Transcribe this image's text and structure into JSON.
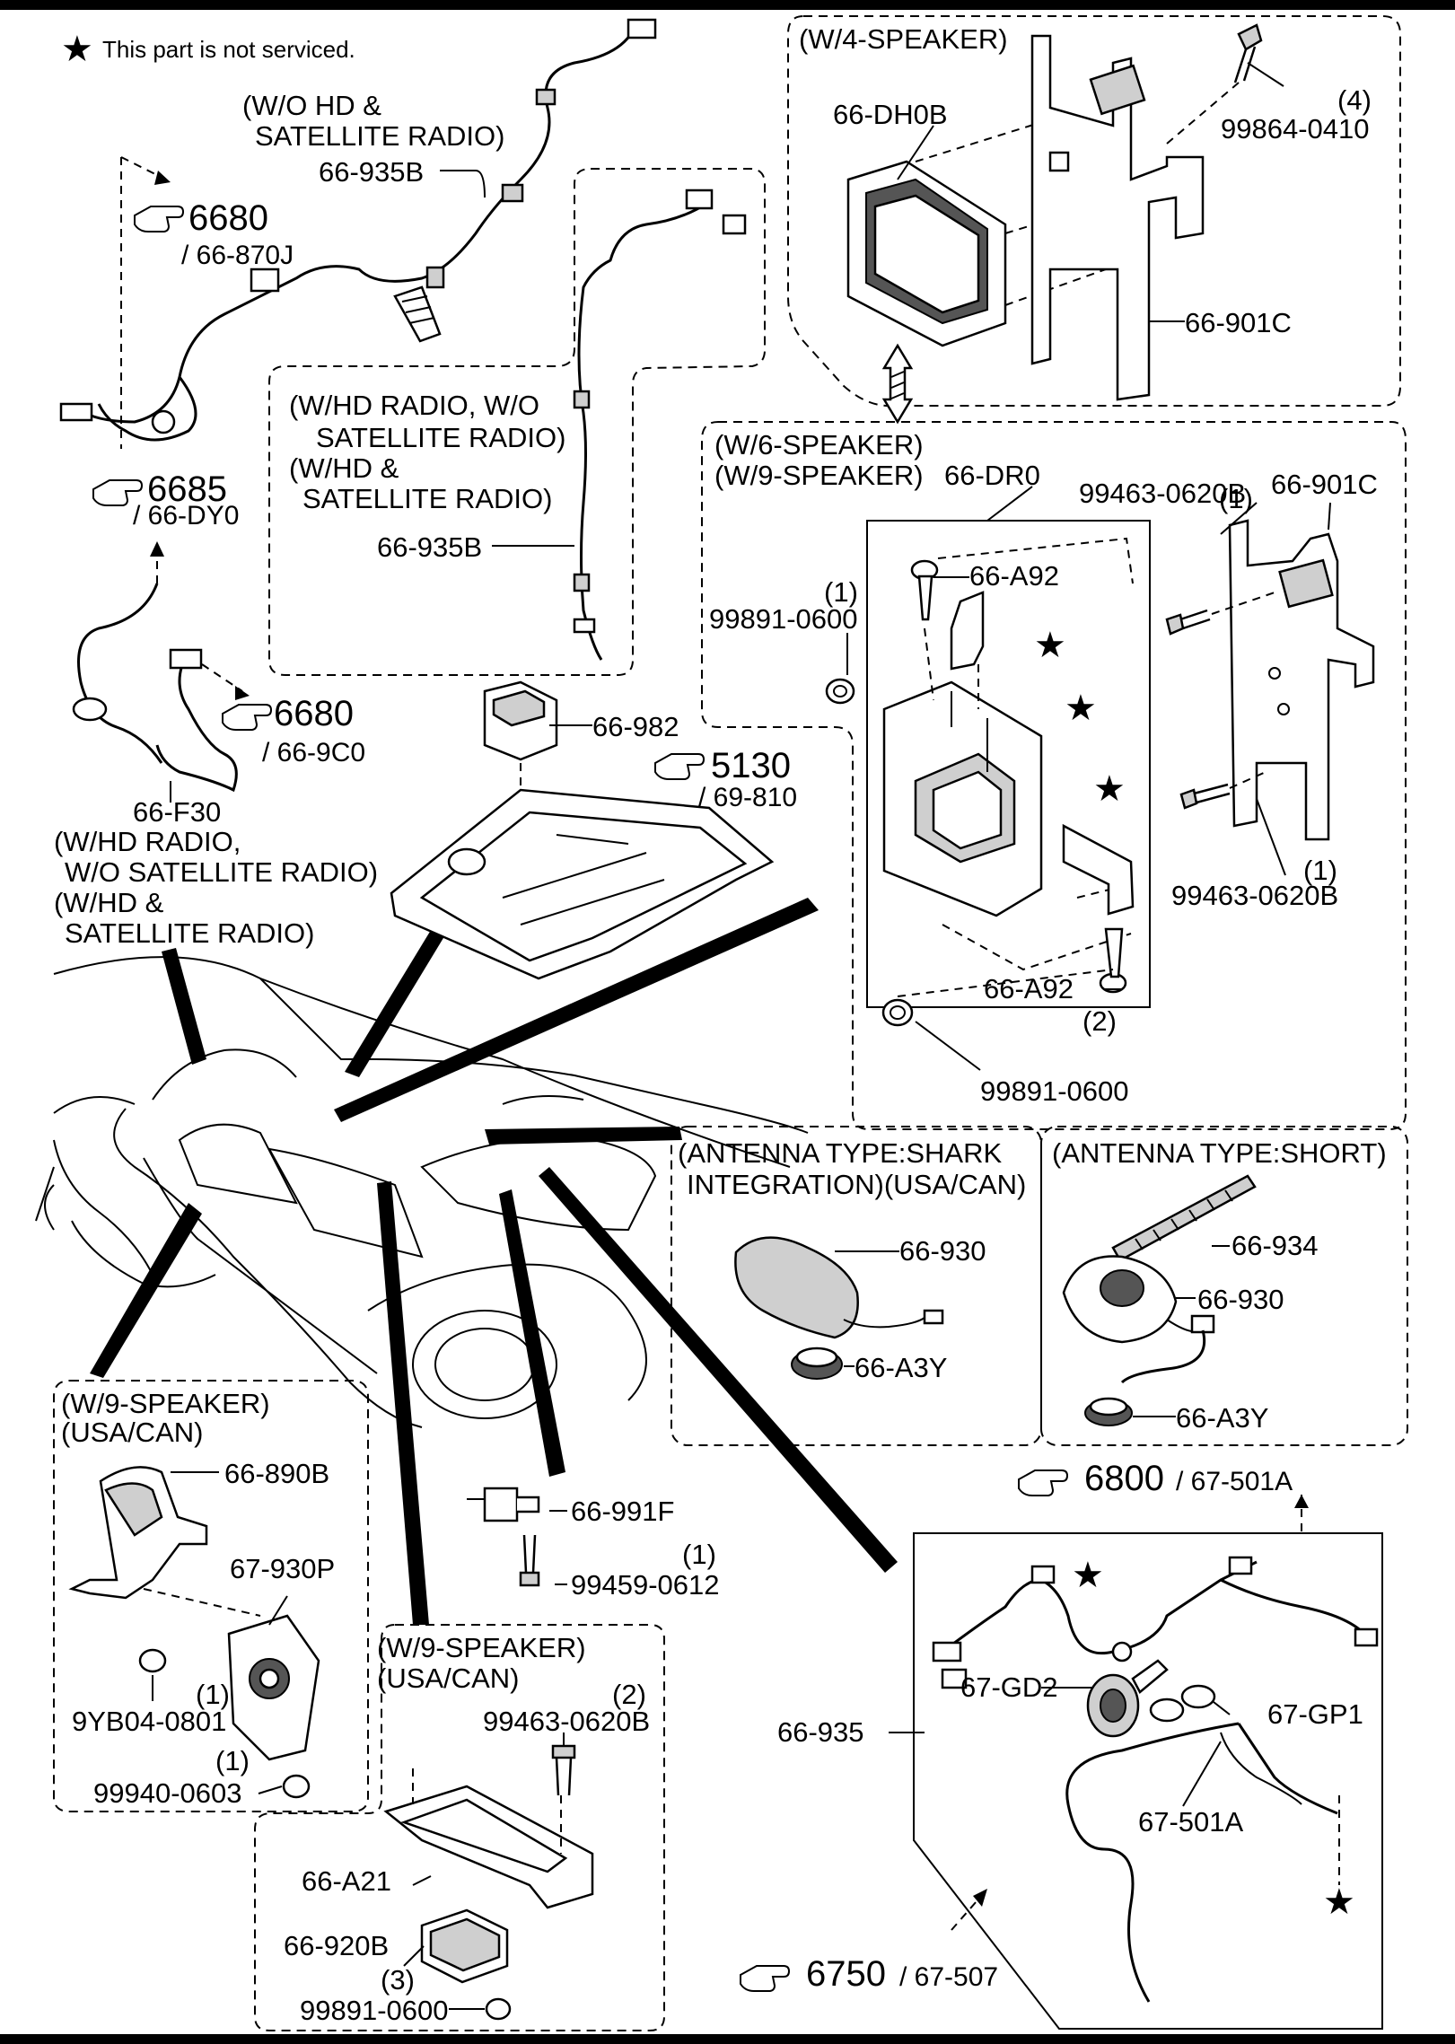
{
  "legend": {
    "star": "★",
    "text": "This part is not serviced."
  },
  "variants": {
    "wo_hd_sat": [
      "(W/O HD &",
      "SATELLITE RADIO)"
    ],
    "hd_radio_wo_sat_a": [
      "(W/HD RADIO, W/O",
      "SATELLITE RADIO)",
      "(W/HD &",
      "SATELLITE RADIO)"
    ],
    "hd_radio_wo_sat_b": [
      "(W/HD RADIO,",
      "W/O SATELLITE RADIO)",
      "(W/HD &",
      "SATELLITE RADIO)"
    ],
    "w4_speaker": "(W/4-SPEAKER)",
    "w6_w9_speaker": [
      "(W/6-SPEAKER)",
      "(W/9-SPEAKER)"
    ],
    "antenna_shark": [
      "(ANTENNA TYPE:SHARK",
      "INTEGRATION)(USA/CAN)"
    ],
    "antenna_short": "(ANTENNA TYPE:SHORT)",
    "w9_usa_can_left": [
      "(W/9-SPEAKER)",
      "(USA/CAN)"
    ],
    "w9_usa_can_mid": [
      "(W/9-SPEAKER)",
      "(USA/CAN)"
    ]
  },
  "part_labels": {
    "p66_935B_a": "66-935B",
    "p66_935B_b": "66-935B",
    "p66_DH0B": "66-DH0B",
    "p99864_0410": "99864-0410",
    "p99864_0410_qty": "(4)",
    "p66_901C_a": "66-901C",
    "p66_901C_b": "66-901C",
    "p66_DR0": "66-DR0",
    "p99463_0620B_a": "99463-0620B",
    "p99463_0620B_a_qty": "(1)",
    "p66_A92_a": "66-A92",
    "p99891_0600_a": "99891-0600",
    "p99891_0600_a_qty": "(1)",
    "p99463_0620B_b": "99463-0620B",
    "p99463_0620B_b_qty": "(1)",
    "p66_A92_b": "66-A92",
    "p99891_0600_b": "99891-0600",
    "p99891_0600_b_qty": "(2)",
    "p66_982": "66-982",
    "p66_F30": "66-F30",
    "p66_930_a": "66-930",
    "p66_A3Y_a": "66-A3Y",
    "p66_934": "66-934",
    "p66_930_b": "66-930",
    "p66_A3Y_b": "66-A3Y",
    "p66_890B": "66-890B",
    "p67_930P": "67-930P",
    "p9YB04_0801": "9YB04-0801",
    "p9YB04_0801_qty": "(1)",
    "p99940_0603": "99940-0603",
    "p99940_0603_qty": "(1)",
    "p66_991F": "66-991F",
    "p99459_0612": "99459-0612",
    "p99459_0612_qty": "(1)",
    "p99463_0620B_c": "99463-0620B",
    "p99463_0620B_c_qty": "(2)",
    "p66_A21": "66-A21",
    "p66_920B": "66-920B",
    "p99891_0600_c": "99891-0600",
    "p99891_0600_c_qty": "(3)",
    "p66_935": "66-935",
    "p67_GD2": "67-GD2",
    "p67_GP1": "67-GP1",
    "p67_501A": "67-501A"
  },
  "references": {
    "r6680a": {
      "num": "6680",
      "sub": "/ 66-870J"
    },
    "r6685": {
      "num": "6685",
      "sub": "/ 66-DY0"
    },
    "r6680b": {
      "num": "6680",
      "sub": "/ 66-9C0"
    },
    "r5130": {
      "num": "5130",
      "sub": "/ 69-810"
    },
    "r6800": {
      "num": "6800",
      "sub": "/ 67-501A"
    },
    "r6750": {
      "num": "6750",
      "sub": "/ 67-507"
    }
  },
  "icons": {
    "reference_pointer": "pointing-hand-icon",
    "not_serviced_marker": "star-icon"
  }
}
